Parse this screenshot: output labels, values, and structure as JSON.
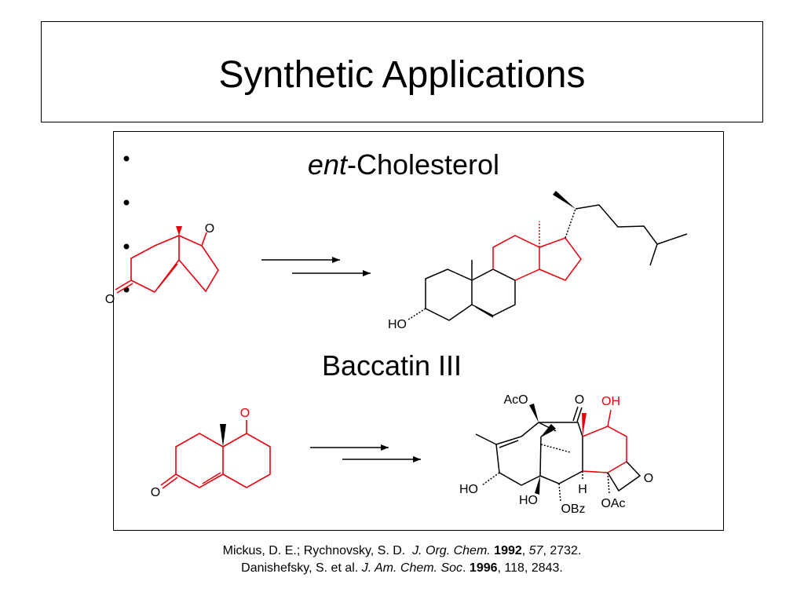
{
  "slide": {
    "title": "Synthetic Applications"
  },
  "examples": [
    {
      "heading_italic": "ent",
      "heading_rest": "-Cholesterol",
      "start_labels": [
        "O",
        "O"
      ],
      "product_labels": [
        "HO"
      ]
    },
    {
      "heading": "Baccatin III",
      "start_labels": [
        "O",
        "O"
      ],
      "product_labels": [
        "AcO",
        "O",
        "OH",
        "O",
        "HO",
        "HO",
        "H",
        "OBz",
        "OAc"
      ]
    }
  ],
  "citations": [
    {
      "authors": "Mickus, D. E.; Rychnovsky, S. D.",
      "journal": "J. Org. Chem.",
      "year": "1992",
      "volume": "57",
      "pages": ", 2732."
    },
    {
      "authors": "Danishefsky, S. et al.",
      "journal": "J. Am. Chem. Soc",
      "year": "1996",
      "volume": "118",
      "pages": ", 2843."
    }
  ],
  "colors": {
    "highlight": "#e8000b",
    "ink": "#000000"
  }
}
